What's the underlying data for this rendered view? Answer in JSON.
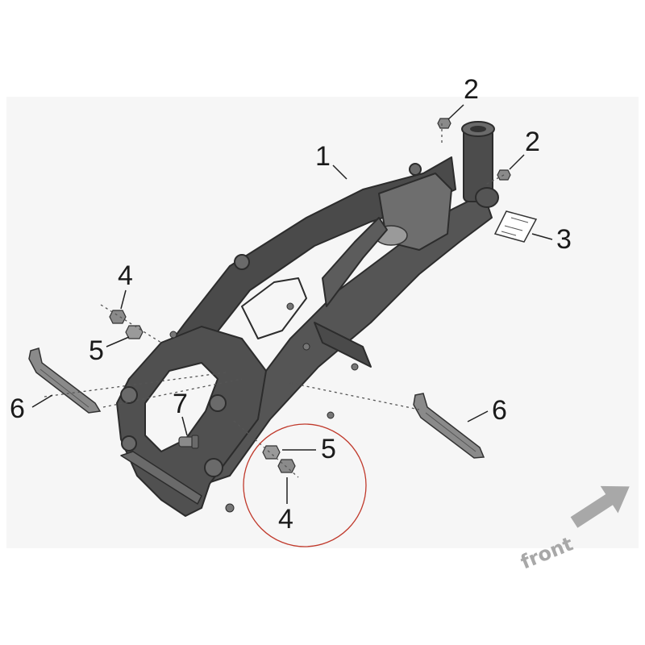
{
  "callouts": [
    {
      "id": "1",
      "text": "1"
    },
    {
      "id": "2a",
      "text": "2"
    },
    {
      "id": "2b",
      "text": "2"
    },
    {
      "id": "3",
      "text": "3"
    },
    {
      "id": "4a",
      "text": "4"
    },
    {
      "id": "4b",
      "text": "4"
    },
    {
      "id": "5a",
      "text": "5"
    },
    {
      "id": "5b",
      "text": "5"
    },
    {
      "id": "6a",
      "text": "6"
    },
    {
      "id": "6b",
      "text": "6"
    },
    {
      "id": "7",
      "text": "7"
    }
  ],
  "direction": {
    "label": "front",
    "arrow_color": "#a8a8a8"
  },
  "colors": {
    "frame_dark": "#3c3c3c",
    "frame_mid": "#5a5a5a",
    "frame_light": "#8a8a8a",
    "highlight_circle": "#c0392b",
    "background_panel": "#f6f6f6"
  }
}
